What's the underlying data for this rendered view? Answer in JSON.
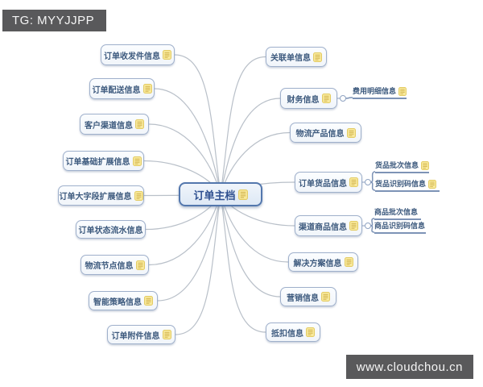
{
  "badges": {
    "tg_label": "TG: MYYJJPP",
    "watermark_label": "www.cloudchou.cn"
  },
  "mindmap": {
    "root": {
      "label": "订单主档",
      "icon": "note-icon"
    },
    "left_nodes": [
      {
        "label": "订单收发件信息",
        "icon": "note-icon"
      },
      {
        "label": "订单配送信息",
        "icon": "note-icon"
      },
      {
        "label": "客户渠道信息",
        "icon": "note-icon"
      },
      {
        "label": "订单基础扩展信息",
        "icon": "note-icon"
      },
      {
        "label": "订单大字段扩展信息",
        "icon": "note-icon"
      },
      {
        "label": "订单状态流水信息",
        "icon": null
      },
      {
        "label": "物流节点信息",
        "icon": "note-icon"
      },
      {
        "label": "智能策略信息",
        "icon": "note-icon"
      },
      {
        "label": "订单附件信息",
        "icon": "note-icon"
      }
    ],
    "right_nodes": [
      {
        "label": "关联单信息",
        "icon": "note-icon",
        "children": []
      },
      {
        "label": "财务信息",
        "icon": "note-icon",
        "children": [
          {
            "label": "费用明细信息",
            "icon": "note-icon"
          }
        ]
      },
      {
        "label": "物流产品信息",
        "icon": "note-icon",
        "children": []
      },
      {
        "label": "订单货品信息",
        "icon": "note-icon",
        "children": [
          {
            "label": "货品批次信息",
            "icon": "note-icon"
          },
          {
            "label": "货品识别码信息",
            "icon": "note-icon"
          }
        ]
      },
      {
        "label": "渠道商品信息",
        "icon": "note-icon",
        "children": [
          {
            "label": "商品批次信息",
            "icon": null
          },
          {
            "label": "商品识别码信息",
            "icon": null
          }
        ]
      },
      {
        "label": "解决方案信息",
        "icon": "note-icon",
        "children": []
      },
      {
        "label": "营销信息",
        "icon": "note-icon",
        "children": []
      },
      {
        "label": "抵扣信息",
        "icon": "note-icon",
        "children": []
      }
    ]
  },
  "colors": {
    "node_border": "#9fb0cb",
    "node_text": "#3d5a7e",
    "root_border": "#5377ad",
    "root_text": "#2f5090",
    "branch_line": "#b9c0c9",
    "sub_line": "#7d93b6",
    "toggle_stroke": "#8fa3c2",
    "icon_fill": "#f8e99c",
    "icon_stroke": "#e3cb62",
    "icon_lines": "#d2b44e",
    "badge_bg": "#59595b"
  }
}
